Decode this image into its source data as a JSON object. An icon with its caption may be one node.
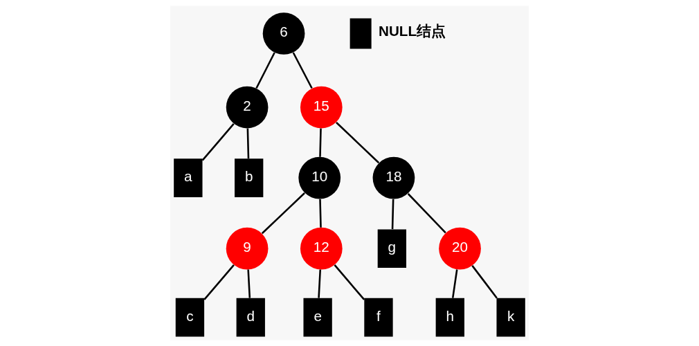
{
  "diagram": {
    "nodes": [
      {
        "text": [
          "6"
        ]
      },
      {
        "text": [
          "2"
        ]
      },
      {
        "text": [
          "15"
        ]
      },
      {
        "text": [
          "a"
        ]
      },
      {
        "text": [
          "b"
        ]
      },
      {
        "text": [
          "10"
        ]
      },
      {
        "text": [
          "18"
        ]
      },
      {
        "text": [
          "9"
        ]
      },
      {
        "text": [
          "12"
        ]
      },
      {
        "text": [
          "g"
        ]
      },
      {
        "text": [
          "20"
        ]
      },
      {
        "text": [
          "c"
        ]
      },
      {
        "text": [
          "d"
        ]
      },
      {
        "text": [
          "e"
        ]
      },
      {
        "text": [
          "f"
        ]
      },
      {
        "text": [
          "h"
        ]
      },
      {
        "text": [
          "k"
        ]
      }
    ],
    "edges": [
      {
        "from": 0,
        "to": 1,
        "arrow": "none"
      },
      {
        "from": 0,
        "to": 2,
        "arrow": "none"
      },
      {
        "from": 1,
        "to": 3,
        "arrow": "none"
      },
      {
        "from": 1,
        "to": 4,
        "arrow": "none"
      },
      {
        "from": 2,
        "to": 5,
        "arrow": "none"
      },
      {
        "from": 2,
        "to": 6,
        "arrow": "none"
      },
      {
        "from": 5,
        "to": 7,
        "arrow": "none"
      },
      {
        "from": 5,
        "to": 8,
        "arrow": "none"
      },
      {
        "from": 6,
        "to": 9,
        "arrow": "none"
      },
      {
        "from": 6,
        "to": 10,
        "arrow": "none"
      },
      {
        "from": 7,
        "to": 11,
        "arrow": "none"
      },
      {
        "from": 7,
        "to": 12,
        "arrow": "none"
      },
      {
        "from": 8,
        "to": 13,
        "arrow": "none"
      },
      {
        "from": 8,
        "to": 14,
        "arrow": "none"
      },
      {
        "from": 10,
        "to": 15,
        "arrow": "none"
      },
      {
        "from": 10,
        "to": 16,
        "arrow": "none"
      }
    ],
    "legend": [
      {
        "text": "NULL结点",
        "color": "#000000"
      }
    ]
  }
}
